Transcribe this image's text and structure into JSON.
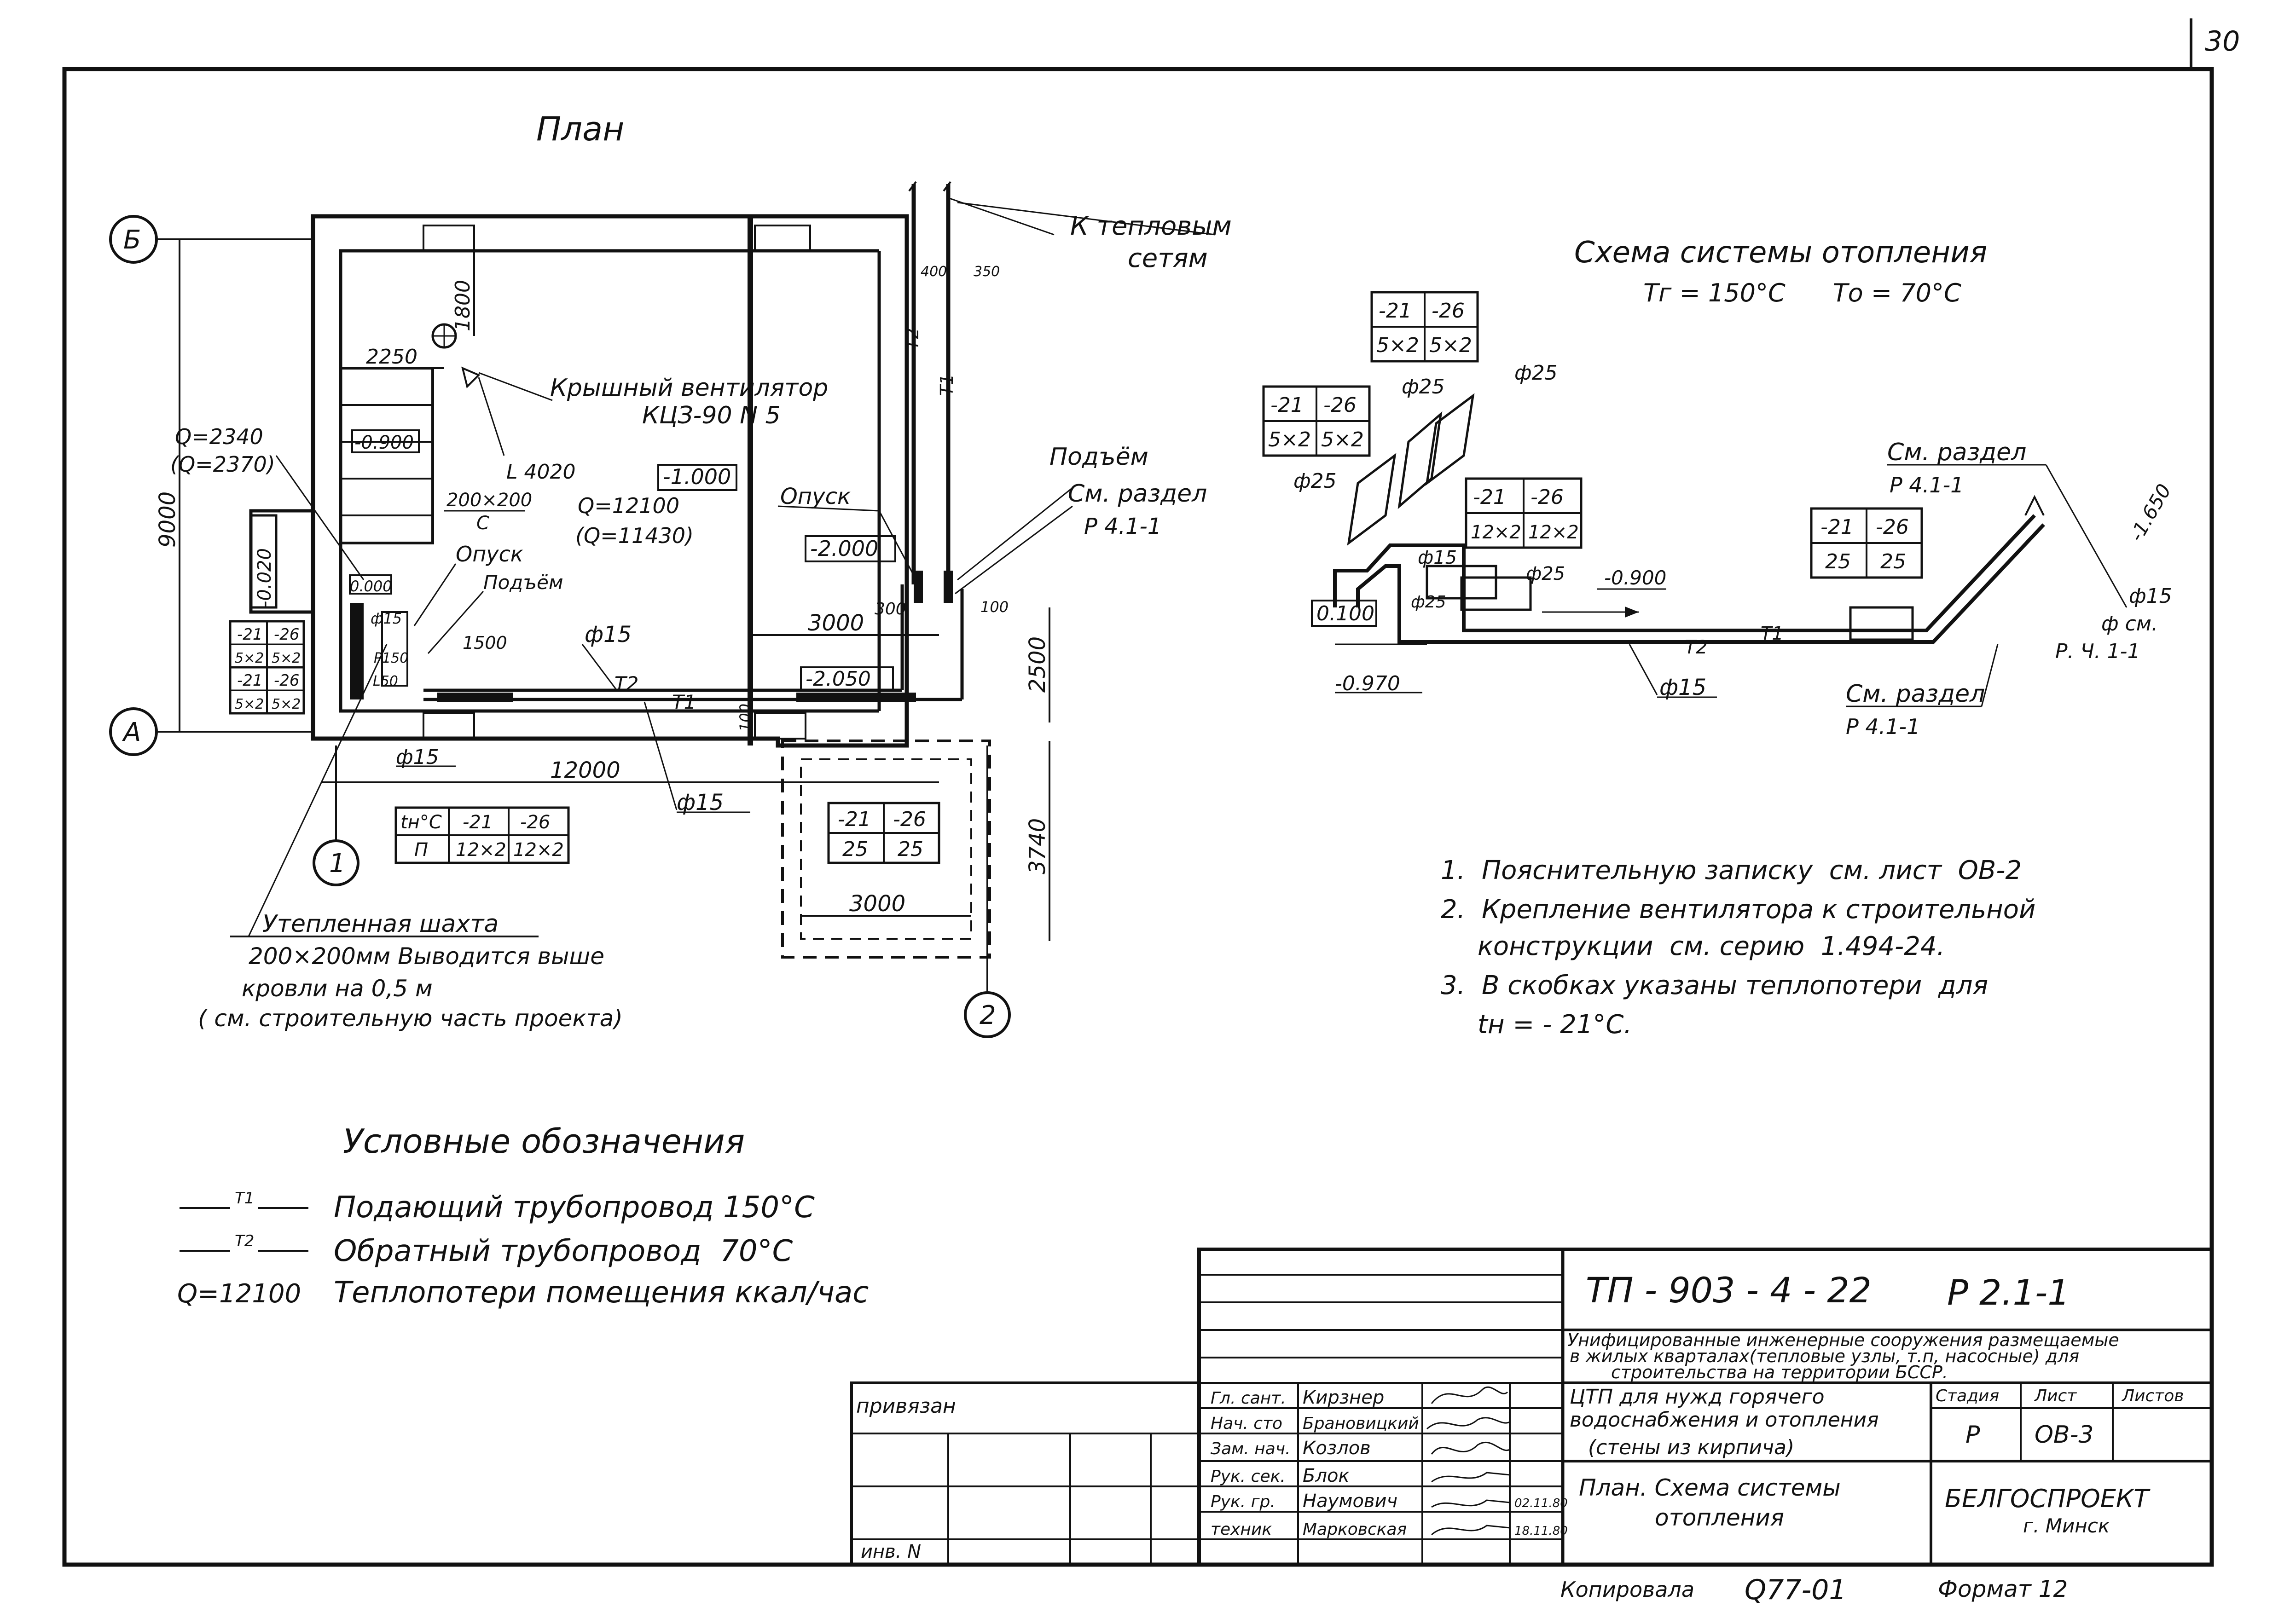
{
  "sheet": {
    "page_number": "30"
  },
  "plan": {
    "title": "План",
    "axis_b": "Б",
    "axis_a": "А",
    "axis_1": "1",
    "axis_2": "2",
    "dim_9000": "9000",
    "dim_1800": "1800",
    "dim_2250": "2250",
    "dim_12000": "12000",
    "dim_3000_top": "3000",
    "dim_3000_bottom": "3000",
    "dim_2500": "2500",
    "dim_3740": "3740",
    "dim_1500": "1500",
    "dim_400": "400",
    "dim_350": "350",
    "dim_300": "300",
    "dim_100_a": "100",
    "dim_100_b": "100",
    "q_main": "Q=2340",
    "q_alt": "(Q=2370)",
    "q_room": "Q=12100",
    "q_room_alt": "(Q=11430)",
    "level_0900": "-0.900",
    "level_1000": "-1.000",
    "level_0020": "-0.020",
    "level_0000": "0.000",
    "level_2000": "-2.000",
    "level_2050": "-2.050",
    "to_heat_networks_1": "К тепловым",
    "to_heat_networks_2": "сетям",
    "roof_fan_1": "Крышный вентилятор",
    "roof_fan_2": "КЦЗ-90 N 5",
    "l_4020": "L 4020",
    "duct": "200×200",
    "duct_c": "С",
    "opusk_1": "Опуск",
    "opusk_2": "Опуск",
    "podyom_1": "Подъём",
    "podyom_2": "Подъём",
    "see_section": "См. раздел",
    "p41": "Р 4.1-1",
    "d15_a": "ф15",
    "d15_b": "ф15",
    "d15_c": "ф15",
    "d15_d": "ф15",
    "t1": "Т1",
    "t2": "Т2",
    "p150": "Р150",
    "l50": "L50",
    "shaft_1": "Утепленная шахта",
    "shaft_2": "200×200мм Выводится выше",
    "shaft_3": "кровли на 0,5 м",
    "shaft_4": "( см. строительную часть проекта)",
    "tbl_left": {
      "r1": [
        "-21",
        "-26"
      ],
      "r2": [
        "5×2",
        "5×2"
      ],
      "r3": [
        "-21",
        "-26"
      ],
      "r4": [
        "5×2",
        "5×2"
      ]
    },
    "tbl_tn": {
      "h": [
        "tн°С",
        "-21",
        "-26"
      ],
      "r": [
        "П",
        "12×2",
        "12×2"
      ]
    },
    "tbl_annex": {
      "h": [
        "-21",
        "-26"
      ],
      "r": [
        "25",
        "25"
      ]
    }
  },
  "scheme": {
    "title": "Схема системы отопления",
    "temps": "Тг = 150°С      То = 70°С",
    "tbl1": {
      "h": [
        "-21",
        "-26"
      ],
      "r": [
        "5×2",
        "5×2"
      ]
    },
    "tbl2": {
      "h": [
        "-21",
        "-26"
      ],
      "r": [
        "5×2",
        "5×2"
      ]
    },
    "tbl3": {
      "h": [
        "-21",
        "-26"
      ],
      "r": [
        "12×2",
        "12×2"
      ]
    },
    "tbl4": {
      "h": [
        "-21",
        "-26"
      ],
      "r": [
        "25",
        "25"
      ]
    },
    "d25_a": "ф25",
    "d25_b": "ф25",
    "d25_c": "ф25",
    "d25_d": "ф25",
    "d25_e": "ф25",
    "d15_a": "ф15",
    "d15_b": "ф15",
    "d15_c": "ф15",
    "lvl_0900": "-0.900",
    "lvl_0100": "0.100",
    "lvl_0970": "-0.970",
    "lvl_1650": "-1.650",
    "see_section_1": "См. раздел",
    "p41_1": "Р 4.1-1",
    "see_section_2": "См. раздел",
    "p41_2": "Р 4.1-1",
    "see_2": "ф см.",
    "p41_3": "Р. Ч. 1-1",
    "t1": "Т1",
    "t2": "Т2"
  },
  "notes": [
    "1.  Пояснительную записку  см. лист  ОВ-2",
    "2.  Крепление вентилятора к строительной",
    "конструкции  см. серию  1.494-24.",
    "3.  В скобках указаны теплопотери  для",
    "tн = - 21°С."
  ],
  "legend": {
    "title": "Условные обозначения",
    "items": [
      {
        "mark": "Т1",
        "text": "Подающий трубопровод 150°С"
      },
      {
        "mark": "Т2",
        "text": "Обратный трубопровод  70°С"
      },
      {
        "mark": "Q=12100",
        "text": "Теплопотери помещения ккал/час"
      }
    ]
  },
  "title_block": {
    "code": "ТП - 903 - 4 - 22",
    "section": "Р 2.1-1",
    "desc_1": "Унифицированные инженерные сооружения размещаемые",
    "desc_2": "в жилых кварталах(тепловые узлы, т.п, насосные) для",
    "desc_3": "строительства на территории БССР.",
    "project_1": "ЦТП для нужд горячего",
    "project_2": "водоснабжения и отопления",
    "project_3": "(стены из кирпича)",
    "sheet_title_1": "План. Схема системы",
    "sheet_title_2": "отопления",
    "stage_label": "Стадия",
    "sheet_label": "Лист",
    "sheets_label": "Листов",
    "stage": "Р",
    "sheet": "ОВ-3",
    "org": "БЕЛГОСПРОЕКТ",
    "city": "г. Минск",
    "privyazan": "привязан",
    "inv": "инв. N",
    "roles": [
      {
        "role": "Гл. сант.",
        "name": "Кирзнер"
      },
      {
        "role": "Нач. сто",
        "name": "Брановицкий"
      },
      {
        "role": "Зам. нач.",
        "name": "Козлов"
      },
      {
        "role": "Рук. сек.",
        "name": "Блок"
      },
      {
        "role": "Рук. гр.",
        "name": "Наумович"
      },
      {
        "role": "техник",
        "name": "Марковская"
      }
    ],
    "date_1": "02.11.80",
    "date_2": "18.11.80",
    "copied": "Копировала",
    "copied_no": "Q77-01",
    "format": "Формат 12"
  }
}
